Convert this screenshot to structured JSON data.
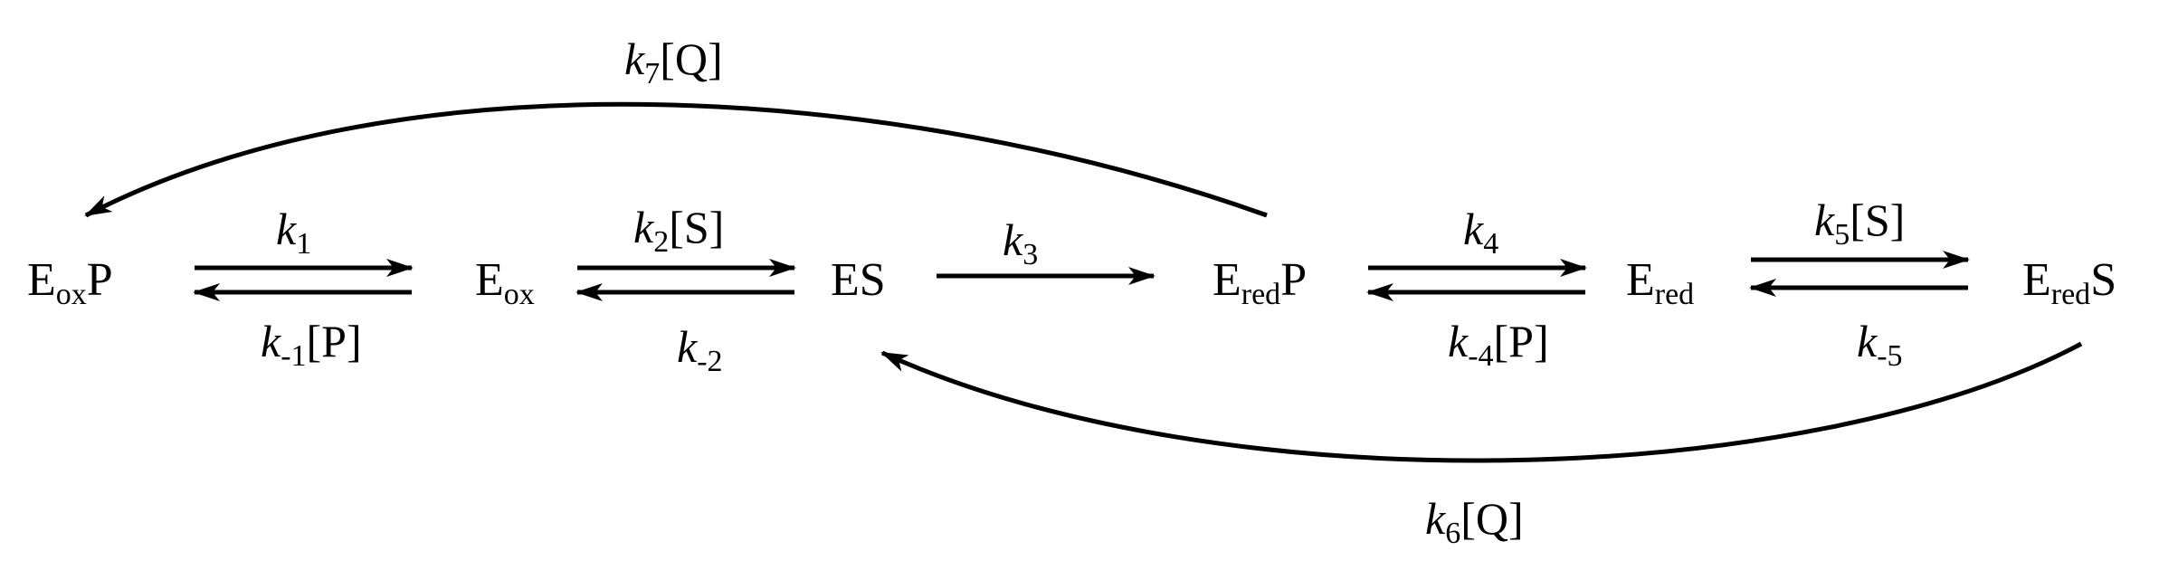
{
  "species": {
    "eoxp": {
      "base": "E",
      "sub": "ox",
      "tail": "P"
    },
    "eox": {
      "base": "E",
      "sub": "ox",
      "tail": ""
    },
    "es": {
      "base": "ES",
      "sub": "",
      "tail": ""
    },
    "eredp": {
      "base": "E",
      "sub": "red",
      "tail": "P"
    },
    "ered": {
      "base": "E",
      "sub": "red",
      "tail": ""
    },
    "ereds": {
      "base": "E",
      "sub": "red",
      "tail": "S"
    }
  },
  "rates": {
    "k1": {
      "k": "k",
      "sub": "1",
      "tail": ""
    },
    "km1": {
      "k": "k",
      "sub": "-1",
      "tail": "[P]"
    },
    "k2": {
      "k": "k",
      "sub": "2",
      "tail": "[S]"
    },
    "km2": {
      "k": "k",
      "sub": "-2",
      "tail": ""
    },
    "k3": {
      "k": "k",
      "sub": "3",
      "tail": ""
    },
    "k4": {
      "k": "k",
      "sub": "4",
      "tail": ""
    },
    "km4": {
      "k": "k",
      "sub": "-4",
      "tail": "[P]"
    },
    "k5": {
      "k": "k",
      "sub": "5",
      "tail": "[S]"
    },
    "km5": {
      "k": "k",
      "sub": "-5",
      "tail": ""
    },
    "k6": {
      "k": "k",
      "sub": "6",
      "tail": "[Q]"
    },
    "k7": {
      "k": "k",
      "sub": "7",
      "tail": "[Q]"
    }
  },
  "colors": {
    "ink": "#000000",
    "background": "#ffffff"
  }
}
